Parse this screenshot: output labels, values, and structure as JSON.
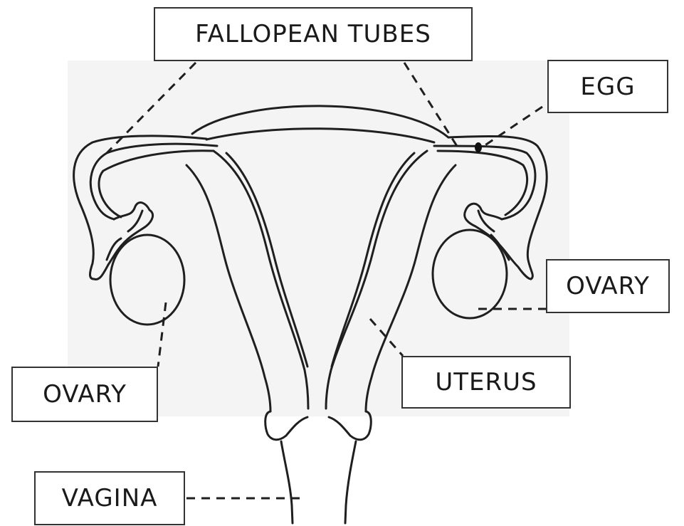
{
  "labels": {
    "fallopean_tubes": "FALLOPEAN TUBES",
    "egg": "EGG",
    "ovary_right": "OVARY",
    "uterus": "UTERUS",
    "ovary_left": "OVARY",
    "vagina": "VAGINA"
  },
  "colors": {
    "line": "#1f1f1f",
    "paper": "#ffffff",
    "shading": "#f3f3f3"
  }
}
